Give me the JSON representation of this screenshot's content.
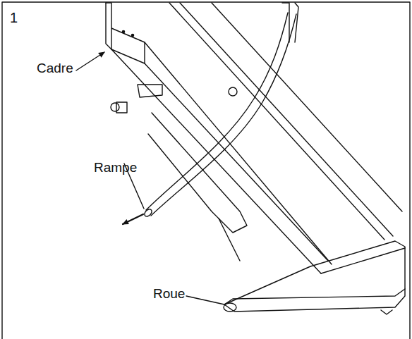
{
  "diagram": {
    "labels": [
      "1",
      "Cadre",
      "Rampe",
      "Roue"
    ]
  }
}
